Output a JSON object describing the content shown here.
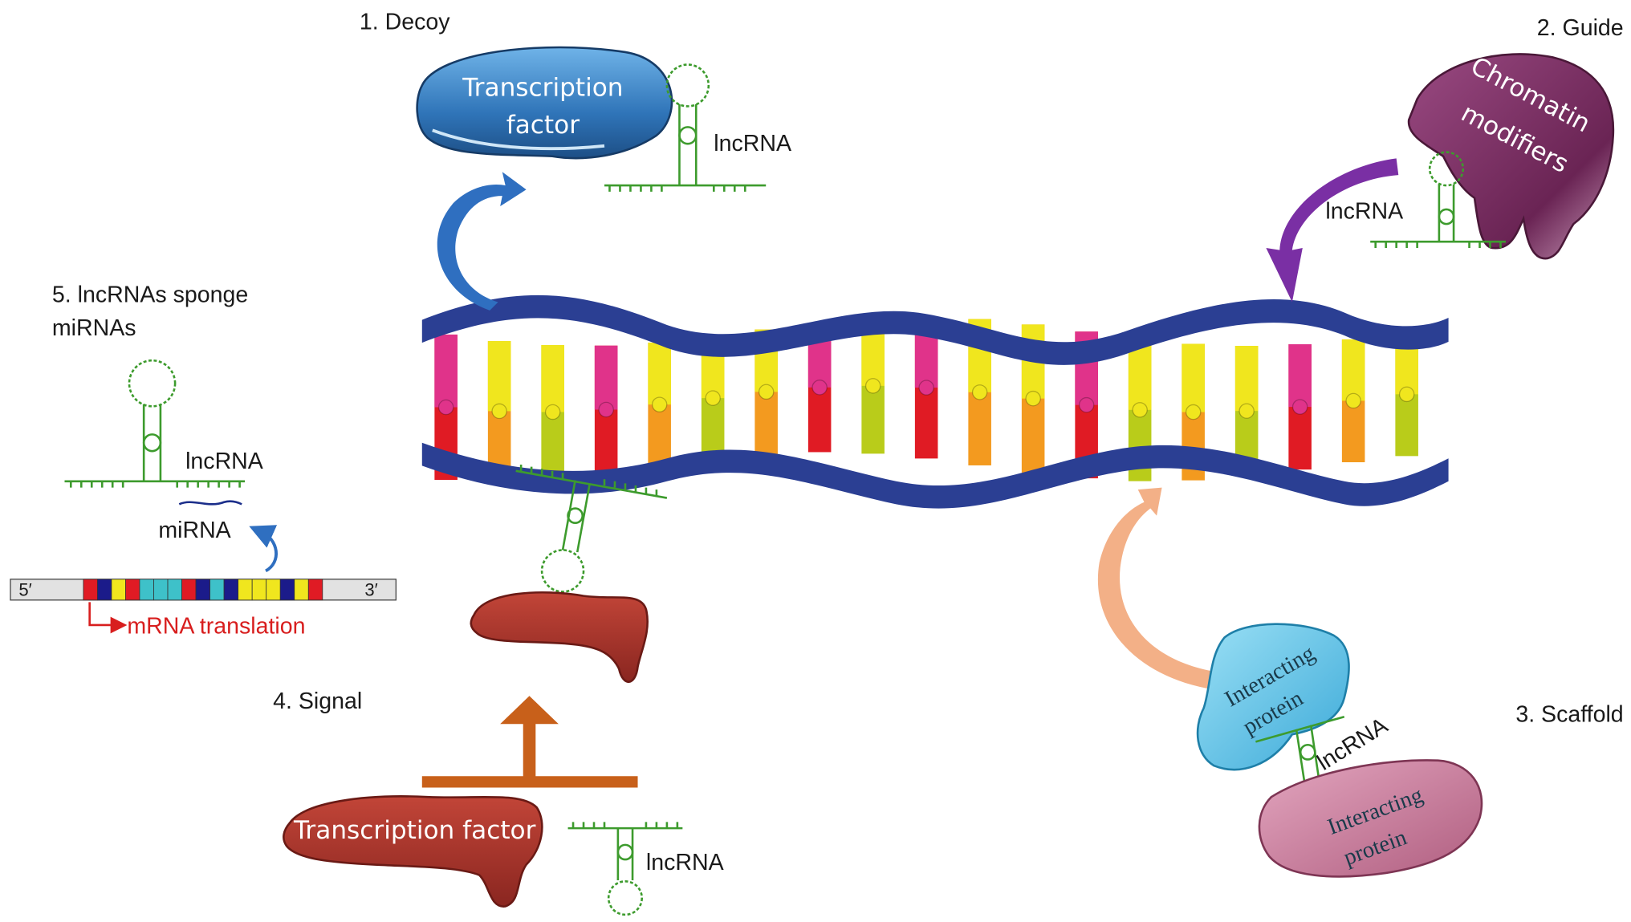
{
  "labels": {
    "decoy": "1. Decoy",
    "guide": "2. Guide",
    "scaffold": "3. Scaffold",
    "signal": "4. Signal",
    "sponge_line1": "5. lncRNAs sponge",
    "sponge_line2": "miRNAs",
    "lncrna": "lncRNA",
    "mirna": "miRNA",
    "transcription_factor": "Transcription factor",
    "tf_line1": "Transcription",
    "tf_line2": "factor",
    "chromatin_line1": "Chromatin",
    "chromatin_line2": "modifiers",
    "interacting_line1": "Interacting",
    "interacting_line2": "protein",
    "five_prime": "5′",
    "three_prime": "3′",
    "mrna_translation": "mRNA translation"
  },
  "colors": {
    "dna_backbone": "#2b3f93",
    "tf_blue": "#3d82c4",
    "chromatin_purple": "#7b2d63",
    "rna_green": "#3d9b2d",
    "tf_red": "#a8342a",
    "interacting_cyan": "#5cc3e8",
    "interacting_pink": "#c67a98",
    "mrna_label": "#d81e1e"
  },
  "dna_base_colors": [
    "#e01b24",
    "#f39a1f",
    "#b9cc1a",
    "#e01b24",
    "#f39a1f",
    "#b9cc1a",
    "#f39a1f",
    "#e01b24",
    "#b9cc1a",
    "#e01b24",
    "#f39a1f",
    "#f39a1f",
    "#e01b24",
    "#b9cc1a",
    "#f39a1f",
    "#b9cc1a",
    "#e01b24",
    "#f39a1f",
    "#b9cc1a"
  ],
  "mrna_segment_colors": [
    "#e01b24",
    "#1b1b8a",
    "#f0e61e",
    "#e01b24",
    "#3ec1c9",
    "#3ec1c9",
    "#3ec1c9",
    "#e01b24",
    "#1b1b8a",
    "#3ec1c9",
    "#1b1b8a",
    "#f0e61e",
    "#f0e61e",
    "#f0e61e",
    "#1b1b8a",
    "#f0e61e",
    "#e01b24"
  ]
}
